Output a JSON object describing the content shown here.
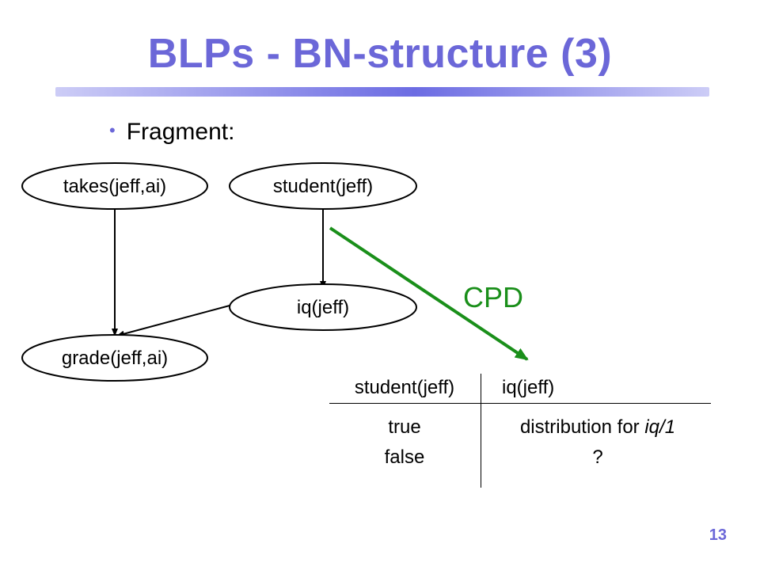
{
  "slide": {
    "title": "BLPs - BN-structure (3)",
    "bullet": "Fragment:",
    "page_number": "13"
  },
  "nodes": [
    {
      "id": "takes",
      "label": "takes(jeff,ai)"
    },
    {
      "id": "student",
      "label": "student(jeff)"
    },
    {
      "id": "iq",
      "label": "iq(jeff)"
    },
    {
      "id": "grade",
      "label": "grade(jeff,ai)"
    }
  ],
  "edges": [
    {
      "from": "takes",
      "to": "grade"
    },
    {
      "from": "student",
      "to": "iq"
    },
    {
      "from": "iq",
      "to": "grade"
    }
  ],
  "cpd_arrow": {
    "label": "CPD",
    "color": "#1a8f1a"
  },
  "cpd_table": {
    "headers": [
      "student(jeff)",
      "iq(jeff)"
    ],
    "rows": [
      {
        "student": "true",
        "iq_prefix": "distribution for ",
        "iq_italic": "iq/1"
      },
      {
        "student": "false",
        "iq_prefix": "?",
        "iq_italic": ""
      }
    ]
  },
  "colors": {
    "title": "#6b67d8",
    "cpd": "#1a8f1a"
  }
}
